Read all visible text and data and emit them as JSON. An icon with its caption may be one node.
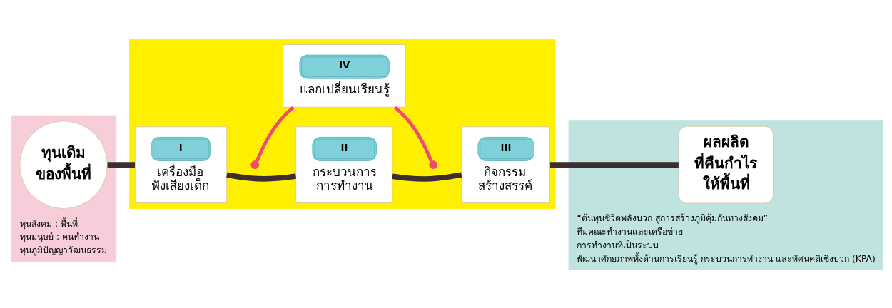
{
  "diagram": {
    "nodes": [
      {
        "text": [
          "ทุนสังคม : พื้นที่",
          "ทุนมนุษย์ : คนทำงาน",
          "ทุนภูมิปัญญาวัฒนธรรม"
        ]
      },
      {
        "text": [
          "ทุนเดิม ของพื้นที่"
        ],
        "in": 0
      },
      {
        "text": [],
        "shape": "band"
      },
      {
        "text": [
          "I",
          "เครื่องมือ ฟังเสียงเด็ก"
        ],
        "in": 2
      },
      {
        "text": [
          "II",
          "กระบวนการ การทำงาน"
        ],
        "in": 2
      },
      {
        "text": [
          "III",
          "กิจกรรม สร้างสรรค์"
        ],
        "in": 2
      },
      {
        "text": [
          "IV",
          "แลกเปลี่ยนเรียนรู้"
        ],
        "in": 2
      },
      {
        "text": [
          "“ต้นทุนชีวิตพลังบวก สู่การสร้างภูมิคุ้มกันทางสังคม”",
          "ทีมคณะทำงานและเครือข่าย",
          "การทำงานที่เป็นระบบ",
          "พัฒนาศักยภาพทั้งด้านการเรียนรู้ กระบวนการทำงาน และทัศนคติเชิงบวก (KPA)"
        ]
      },
      {
        "text": [
          "ผลผลิต ที่คืนกำไร ให้พื้นที่"
        ],
        "in": 7
      }
    ],
    "edges": [
      {
        "from": 1,
        "to": 3,
        "arrow": "none"
      },
      {
        "from": 3,
        "to": 4,
        "arrow": "none"
      },
      {
        "from": 4,
        "to": 5,
        "arrow": "none"
      },
      {
        "from": 5,
        "to": 8,
        "arrow": "none"
      },
      {
        "from": null,
        "to": 6,
        "arrow": "other",
        "color": "#ee4a72"
      },
      {
        "from": null,
        "to": 6,
        "arrow": "other",
        "color": "#ee4a72"
      }
    ]
  }
}
